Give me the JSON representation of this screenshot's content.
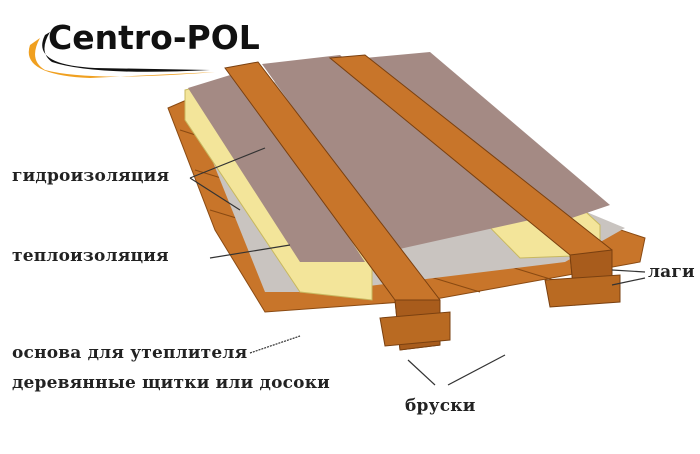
{
  "logo": {
    "text": "Centro-POL",
    "swoosh_color": "#f0a020"
  },
  "labels": {
    "waterproofing": "гидроизоляция",
    "insulation": "теплоизоляция",
    "joists": "лаги",
    "base_line1": "основа для утеплителя",
    "base_line2": "деревянные щитки или досоки",
    "bars": "бруски"
  },
  "colors": {
    "wood": "#c8752a",
    "wood_dark": "#9a5416",
    "insulation": "#f3e59a",
    "membrane": "#a48a84",
    "film": "#c9c4c0"
  }
}
